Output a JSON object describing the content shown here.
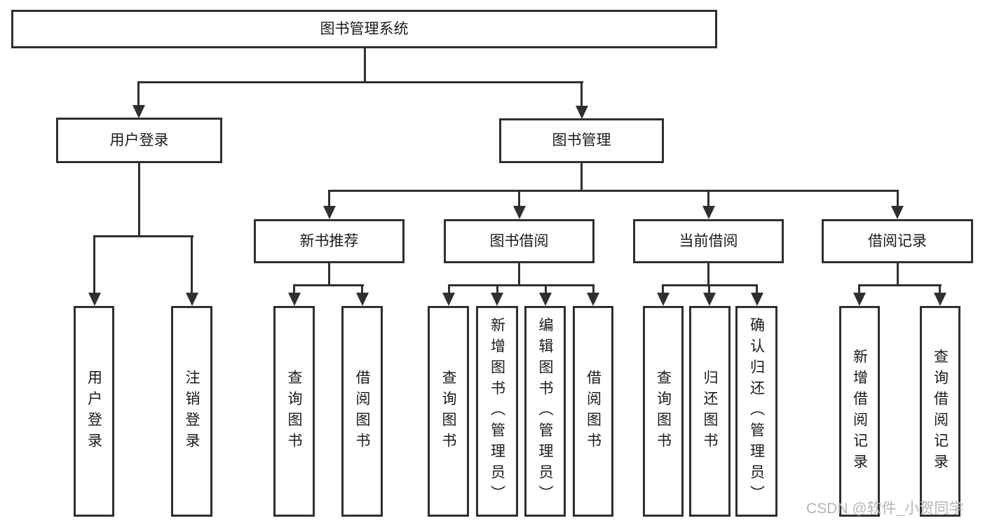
{
  "diagram": {
    "root": {
      "label": "图书管理系统"
    },
    "branches": {
      "user": {
        "label": "用户登录",
        "leaves": [
          "用户登录",
          "注销登录"
        ]
      },
      "mgmt": {
        "label": "图书管理",
        "sections": {
          "new_books": {
            "label": "新书推荐",
            "leaves": [
              "查询图书",
              "借阅图书"
            ]
          },
          "borrow": {
            "label": "图书借阅",
            "leaves": [
              "查询图书",
              "新增图书（管理员）",
              "编辑图书（管理员）",
              "借阅图书"
            ]
          },
          "current": {
            "label": "当前借阅",
            "leaves": [
              "查询图书",
              "归还图书",
              "确认归还（管理员）"
            ]
          },
          "records": {
            "label": "借阅记录",
            "leaves": [
              "新增借阅记录",
              "查询借阅记录"
            ]
          }
        }
      }
    }
  },
  "watermark": {
    "text": "CSDN @软件_小贺同学"
  },
  "colors": {
    "line": "#2f2f2f",
    "text": "#1b1b1b",
    "background": "#ffffff",
    "node_fill": "#ffffff",
    "watermark": "#b5b5b5"
  }
}
